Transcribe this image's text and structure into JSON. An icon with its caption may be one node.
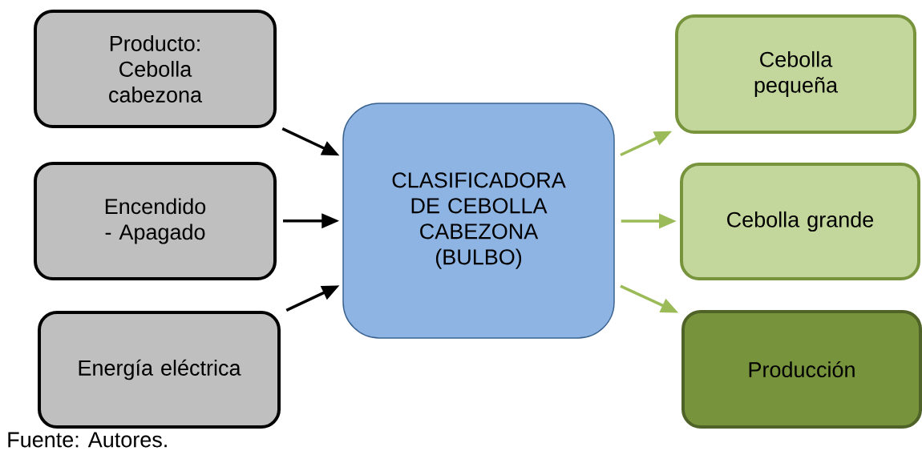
{
  "diagram": {
    "caption": "Fuente: Autores.",
    "nodes": [
      {
        "text": [
          "Producto: Cebolla cabezona"
        ]
      },
      {
        "text": [
          "Encendido - Apagado"
        ]
      },
      {
        "text": [
          "Energía eléctrica"
        ]
      },
      {
        "text": [
          "CLASIFICADORA DE CEBOLLA CABEZONA (BULBO)"
        ]
      },
      {
        "text": [
          "Cebolla pequeña"
        ]
      },
      {
        "text": [
          "Cebolla grande"
        ]
      },
      {
        "text": [
          "Producción"
        ]
      }
    ],
    "edges": [
      {
        "from": 0,
        "to": 3,
        "arrow": "to"
      },
      {
        "from": 1,
        "to": 3,
        "arrow": "to"
      },
      {
        "from": 2,
        "to": 3,
        "arrow": "to"
      },
      {
        "from": 3,
        "to": 4,
        "arrow": "to",
        "color": "#9bbb59"
      },
      {
        "from": 3,
        "to": 5,
        "arrow": "to",
        "color": "#9bbb59"
      },
      {
        "from": 3,
        "to": 6,
        "arrow": "to",
        "color": "#9bbb59"
      }
    ]
  }
}
